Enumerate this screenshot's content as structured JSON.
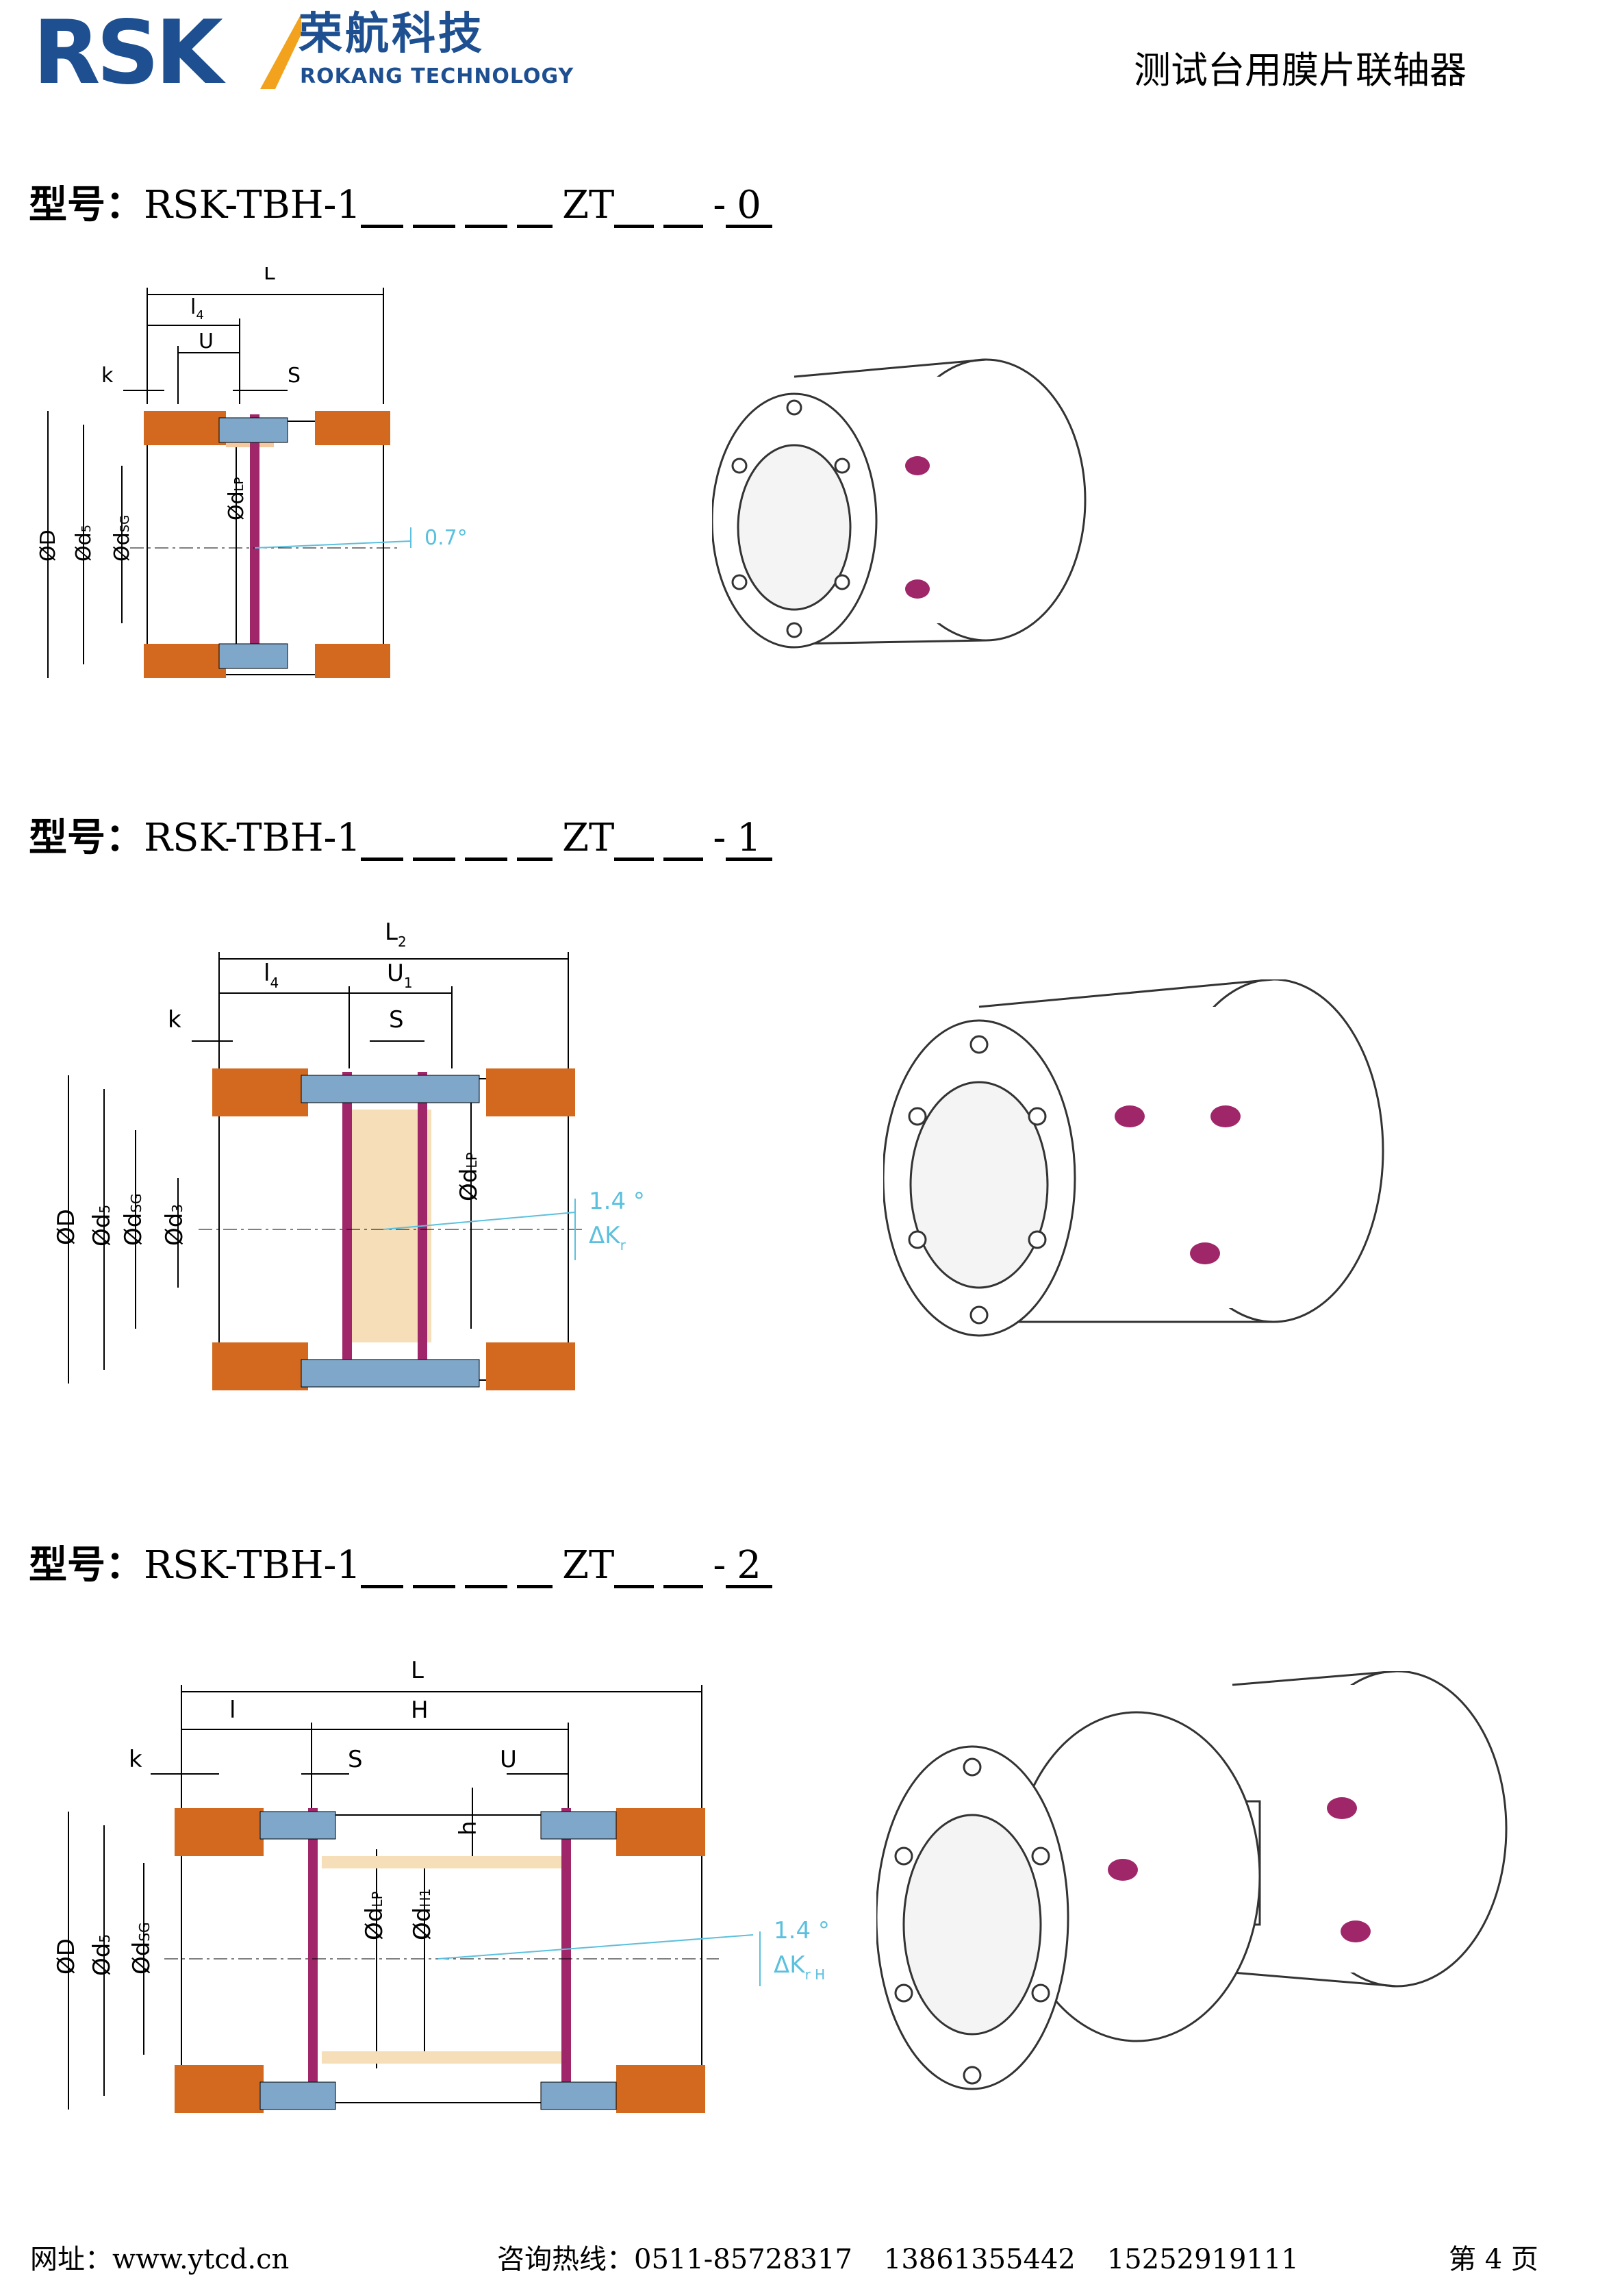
{
  "header": {
    "logo_text": "RSK",
    "logo_cn": "荣航科技",
    "logo_en": "ROKANG TECHNOLOGY",
    "doc_title": "测试台用膜片联轴器"
  },
  "models": [
    {
      "label": "型号：",
      "prefix": "RSK-TBH-1",
      "mid": "ZT",
      "dash": "-",
      "suffix": "0"
    },
    {
      "label": "型号：",
      "prefix": "RSK-TBH-1",
      "mid": "ZT",
      "dash": "-",
      "suffix": "1"
    },
    {
      "label": "型号：",
      "prefix": "RSK-TBH-1",
      "mid": "ZT",
      "dash": "-",
      "suffix": "2"
    }
  ],
  "diagram0": {
    "dims_top": [
      "L",
      "l",
      "4",
      "U",
      "k",
      "S"
    ],
    "dims_left": [
      "ØD",
      "Ød",
      "5",
      "Ød",
      "SG",
      "Ød",
      "LP"
    ],
    "angle": "0.7°"
  },
  "diagram1": {
    "L2": "L",
    "L2_sub": "2",
    "l4": "l",
    "l4_sub": "4",
    "U1": "U",
    "U1_sub": "1",
    "k": "k",
    "S": "S",
    "dims_left": [
      "ØD",
      "Ød",
      "5",
      "Ød",
      "SG",
      "Ød",
      "3",
      "Ød",
      "LP"
    ],
    "angle": "1.4 °",
    "dk": "ΔK",
    "dk_sub": "r"
  },
  "diagram2": {
    "L4L6": "L",
    "l4": "l",
    "H1Hs": "H",
    "k": "k",
    "S": "S",
    "U": "U",
    "h1": "h",
    "dims_left": [
      "ØD",
      "Ød",
      "5",
      "Ød",
      "SG",
      "Ød",
      "LP",
      "Ød",
      "H1"
    ],
    "angle": "1.4 °",
    "dk": "ΔK",
    "dk_sub": "r H"
  },
  "footer": {
    "site_label": "网址：",
    "site": "www.ytcd.cn",
    "hotline_label": "咨询热线：",
    "hotline_1": "0511-85728317",
    "hotline_2": "13861355442",
    "hotline_3": "15252919111",
    "page": "第 4 页"
  },
  "colors": {
    "brand": "#1d4f91",
    "hub": "#d2691e",
    "disk": "#a0266a",
    "bolt": "#7fa7c9",
    "dim": "#5bc0de"
  }
}
